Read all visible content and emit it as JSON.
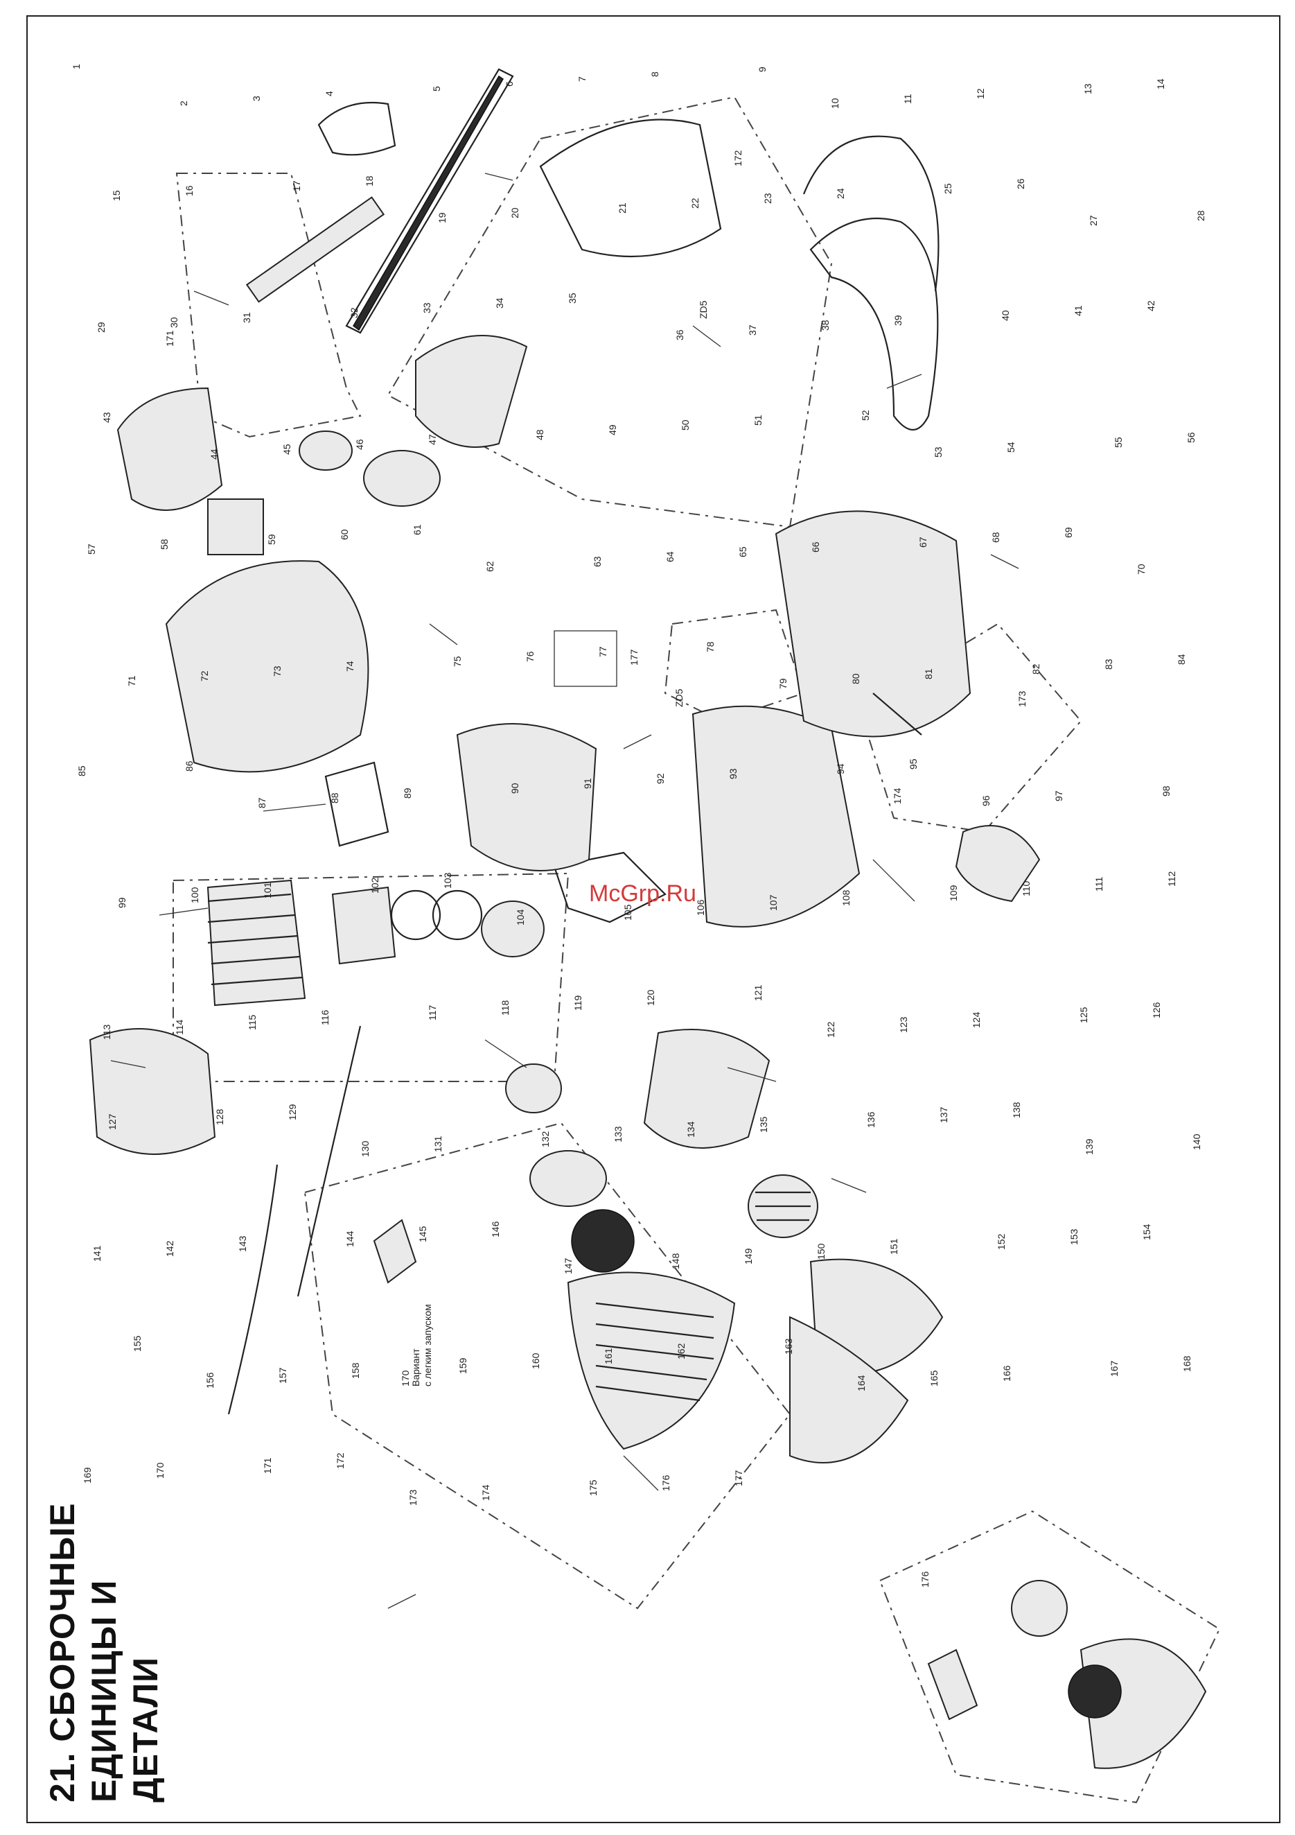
{
  "title": {
    "line1": "21. СБОРОЧНЫЕ",
    "line2": "ЕДИНИЦЫ И",
    "line3": "ДЕТАЛИ"
  },
  "watermark": "McGrp.Ru",
  "variant_caption": {
    "line1": "Вариант",
    "line2": "с легким запуском",
    "number": "170"
  },
  "part_labels": {
    "main": [
      "1",
      "2",
      "3",
      "4",
      "5",
      "6",
      "7",
      "8",
      "9",
      "10",
      "11",
      "12",
      "13",
      "14",
      "15",
      "16",
      "17",
      "18",
      "19",
      "20",
      "21",
      "22",
      "23",
      "24",
      "25",
      "26",
      "27",
      "28",
      "29",
      "30",
      "31",
      "32",
      "33",
      "34",
      "35",
      "36",
      "37",
      "38",
      "39",
      "40",
      "41",
      "42",
      "43",
      "44",
      "45",
      "46",
      "47",
      "48",
      "49",
      "50",
      "51",
      "52",
      "53",
      "54",
      "55",
      "56",
      "57",
      "58",
      "59",
      "60",
      "61",
      "62",
      "63",
      "64",
      "65",
      "66",
      "67",
      "68",
      "69",
      "70",
      "71",
      "72",
      "73",
      "74",
      "75",
      "76",
      "77",
      "78",
      "79",
      "80",
      "81",
      "82",
      "83",
      "84",
      "85",
      "86",
      "87",
      "88",
      "89",
      "90",
      "91",
      "92",
      "93",
      "94",
      "95",
      "96",
      "97",
      "98",
      "99",
      "100",
      "101",
      "102",
      "103",
      "104",
      "105",
      "106",
      "107",
      "108",
      "109",
      "110",
      "111",
      "112",
      "113",
      "114",
      "115",
      "116",
      "117",
      "118",
      "119",
      "120",
      "121",
      "122",
      "123",
      "124",
      "125",
      "126",
      "127",
      "128",
      "129",
      "130",
      "131",
      "132",
      "133",
      "134",
      "135",
      "136",
      "137",
      "138",
      "139",
      "140",
      "141",
      "142",
      "143",
      "144",
      "145",
      "146",
      "147",
      "148",
      "149",
      "150",
      "151",
      "152",
      "153",
      "154",
      "155",
      "156",
      "157",
      "158",
      "159",
      "160",
      "161",
      "162",
      "163",
      "164",
      "165",
      "166",
      "167",
      "168",
      "169",
      "170",
      "171",
      "172",
      "173",
      "174",
      "175",
      "176",
      "177"
    ],
    "group_170": "170",
    "group_171": "171",
    "group_172": "172",
    "group_173": "173",
    "group_174": "174",
    "group_176": "176",
    "group_177": "177",
    "code_zd5_a": "ZD5",
    "code_zd5_b": "ZD5"
  }
}
